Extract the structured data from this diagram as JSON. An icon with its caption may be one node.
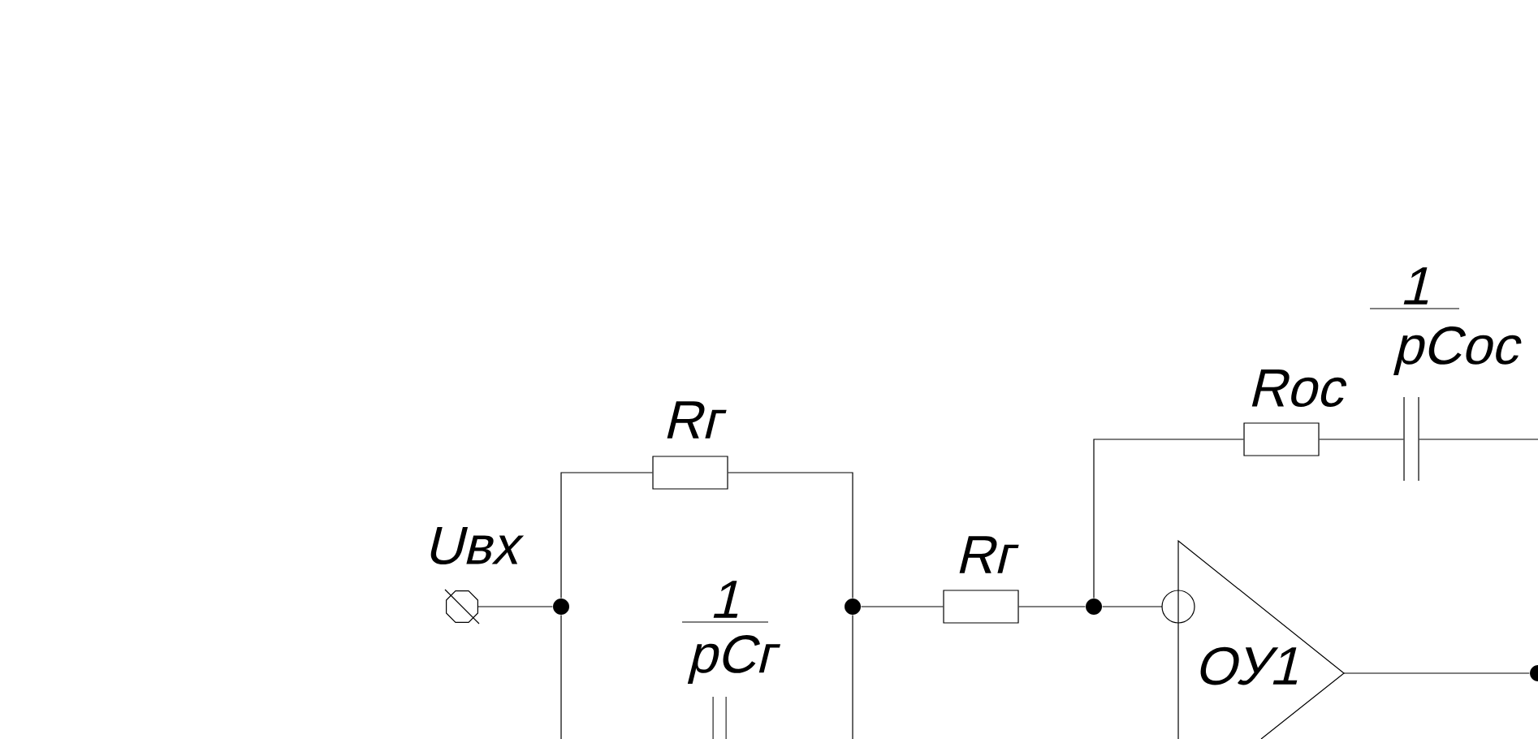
{
  "diagram": {
    "nodes": [
      {
        "text": [
          "Uвх"
        ]
      },
      {
        "text": [],
        "shape": "circle"
      },
      {
        "text": [
          "Rг"
        ]
      },
      {
        "text": [
          "1",
          "pCг"
        ]
      },
      {
        "text": [],
        "shape": "circle"
      },
      {
        "text": [
          "Rг"
        ]
      },
      {
        "text": [],
        "shape": "circle"
      },
      {
        "text": [
          "ОУ1"
        ]
      },
      {
        "text": [
          "Rос"
        ]
      },
      {
        "text": [
          "1",
          "pCос"
        ]
      },
      {
        "text": [],
        "shape": "circle"
      }
    ],
    "edges": [
      {
        "from": 0,
        "to": 1,
        "arrow": "none"
      },
      {
        "from": 1,
        "to": 2,
        "arrow": "none"
      },
      {
        "from": 2,
        "to": 4,
        "arrow": "none"
      },
      {
        "from": 1,
        "to": null,
        "arrow": "none"
      },
      {
        "from": 4,
        "to": null,
        "arrow": "none"
      },
      {
        "from": 4,
        "to": 5,
        "arrow": "none"
      },
      {
        "from": 5,
        "to": 6,
        "arrow": "none"
      },
      {
        "from": 6,
        "to": 7,
        "arrow": "none"
      },
      {
        "from": 6,
        "to": 8,
        "arrow": "none"
      },
      {
        "from": 8,
        "to": 9,
        "arrow": "none"
      },
      {
        "from": 9,
        "to": null,
        "arrow": "none"
      },
      {
        "from": 7,
        "to": 10,
        "arrow": "none"
      }
    ]
  }
}
